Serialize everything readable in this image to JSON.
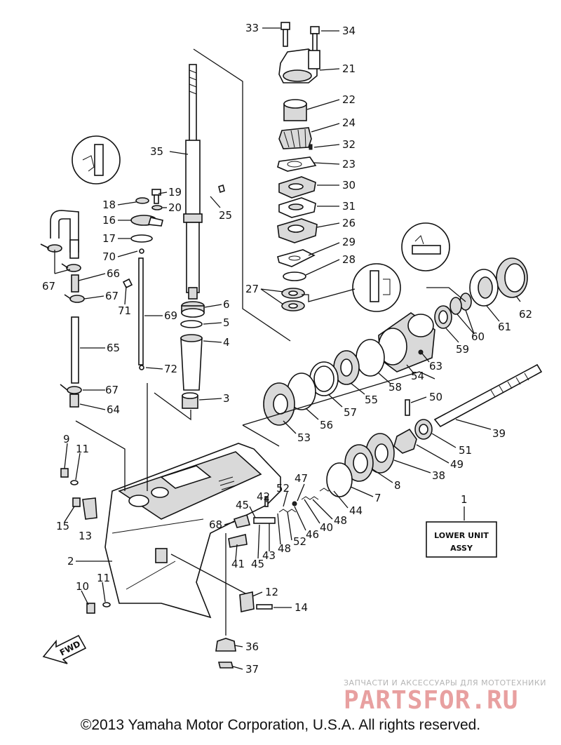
{
  "diagram": {
    "labels": [
      "33",
      "34",
      "21",
      "22",
      "24",
      "32",
      "23",
      "30",
      "31",
      "26",
      "29",
      "28",
      "27",
      "35",
      "19",
      "20",
      "18",
      "16",
      "17",
      "70",
      "25",
      "66",
      "67",
      "67",
      "67",
      "71",
      "69",
      "6",
      "5",
      "4",
      "65",
      "72",
      "3",
      "64",
      "9",
      "11",
      "15",
      "13",
      "2",
      "10",
      "11",
      "12",
      "14",
      "36",
      "37",
      "62",
      "61",
      "60",
      "59",
      "63",
      "54",
      "58",
      "55",
      "57",
      "56",
      "53",
      "50",
      "39",
      "51",
      "49",
      "38",
      "8",
      "7",
      "44",
      "48",
      "40",
      "46",
      "52",
      "47",
      "42",
      "45",
      "68",
      "41",
      "45",
      "43",
      "48",
      "52",
      "1"
    ],
    "box_line1": "LOWER UNIT",
    "box_line2": "ASSY",
    "fwd_label": "FWD",
    "watermark_small": "ЗАПЧАСТИ И АКСЕССУАРЫ ДЛЯ МОТОТЕХНИКИ",
    "watermark_big": "PARTSFOR.RU",
    "copyright": "©2013 Yamaha Motor Corporation, U.S.A. All rights reserved."
  }
}
